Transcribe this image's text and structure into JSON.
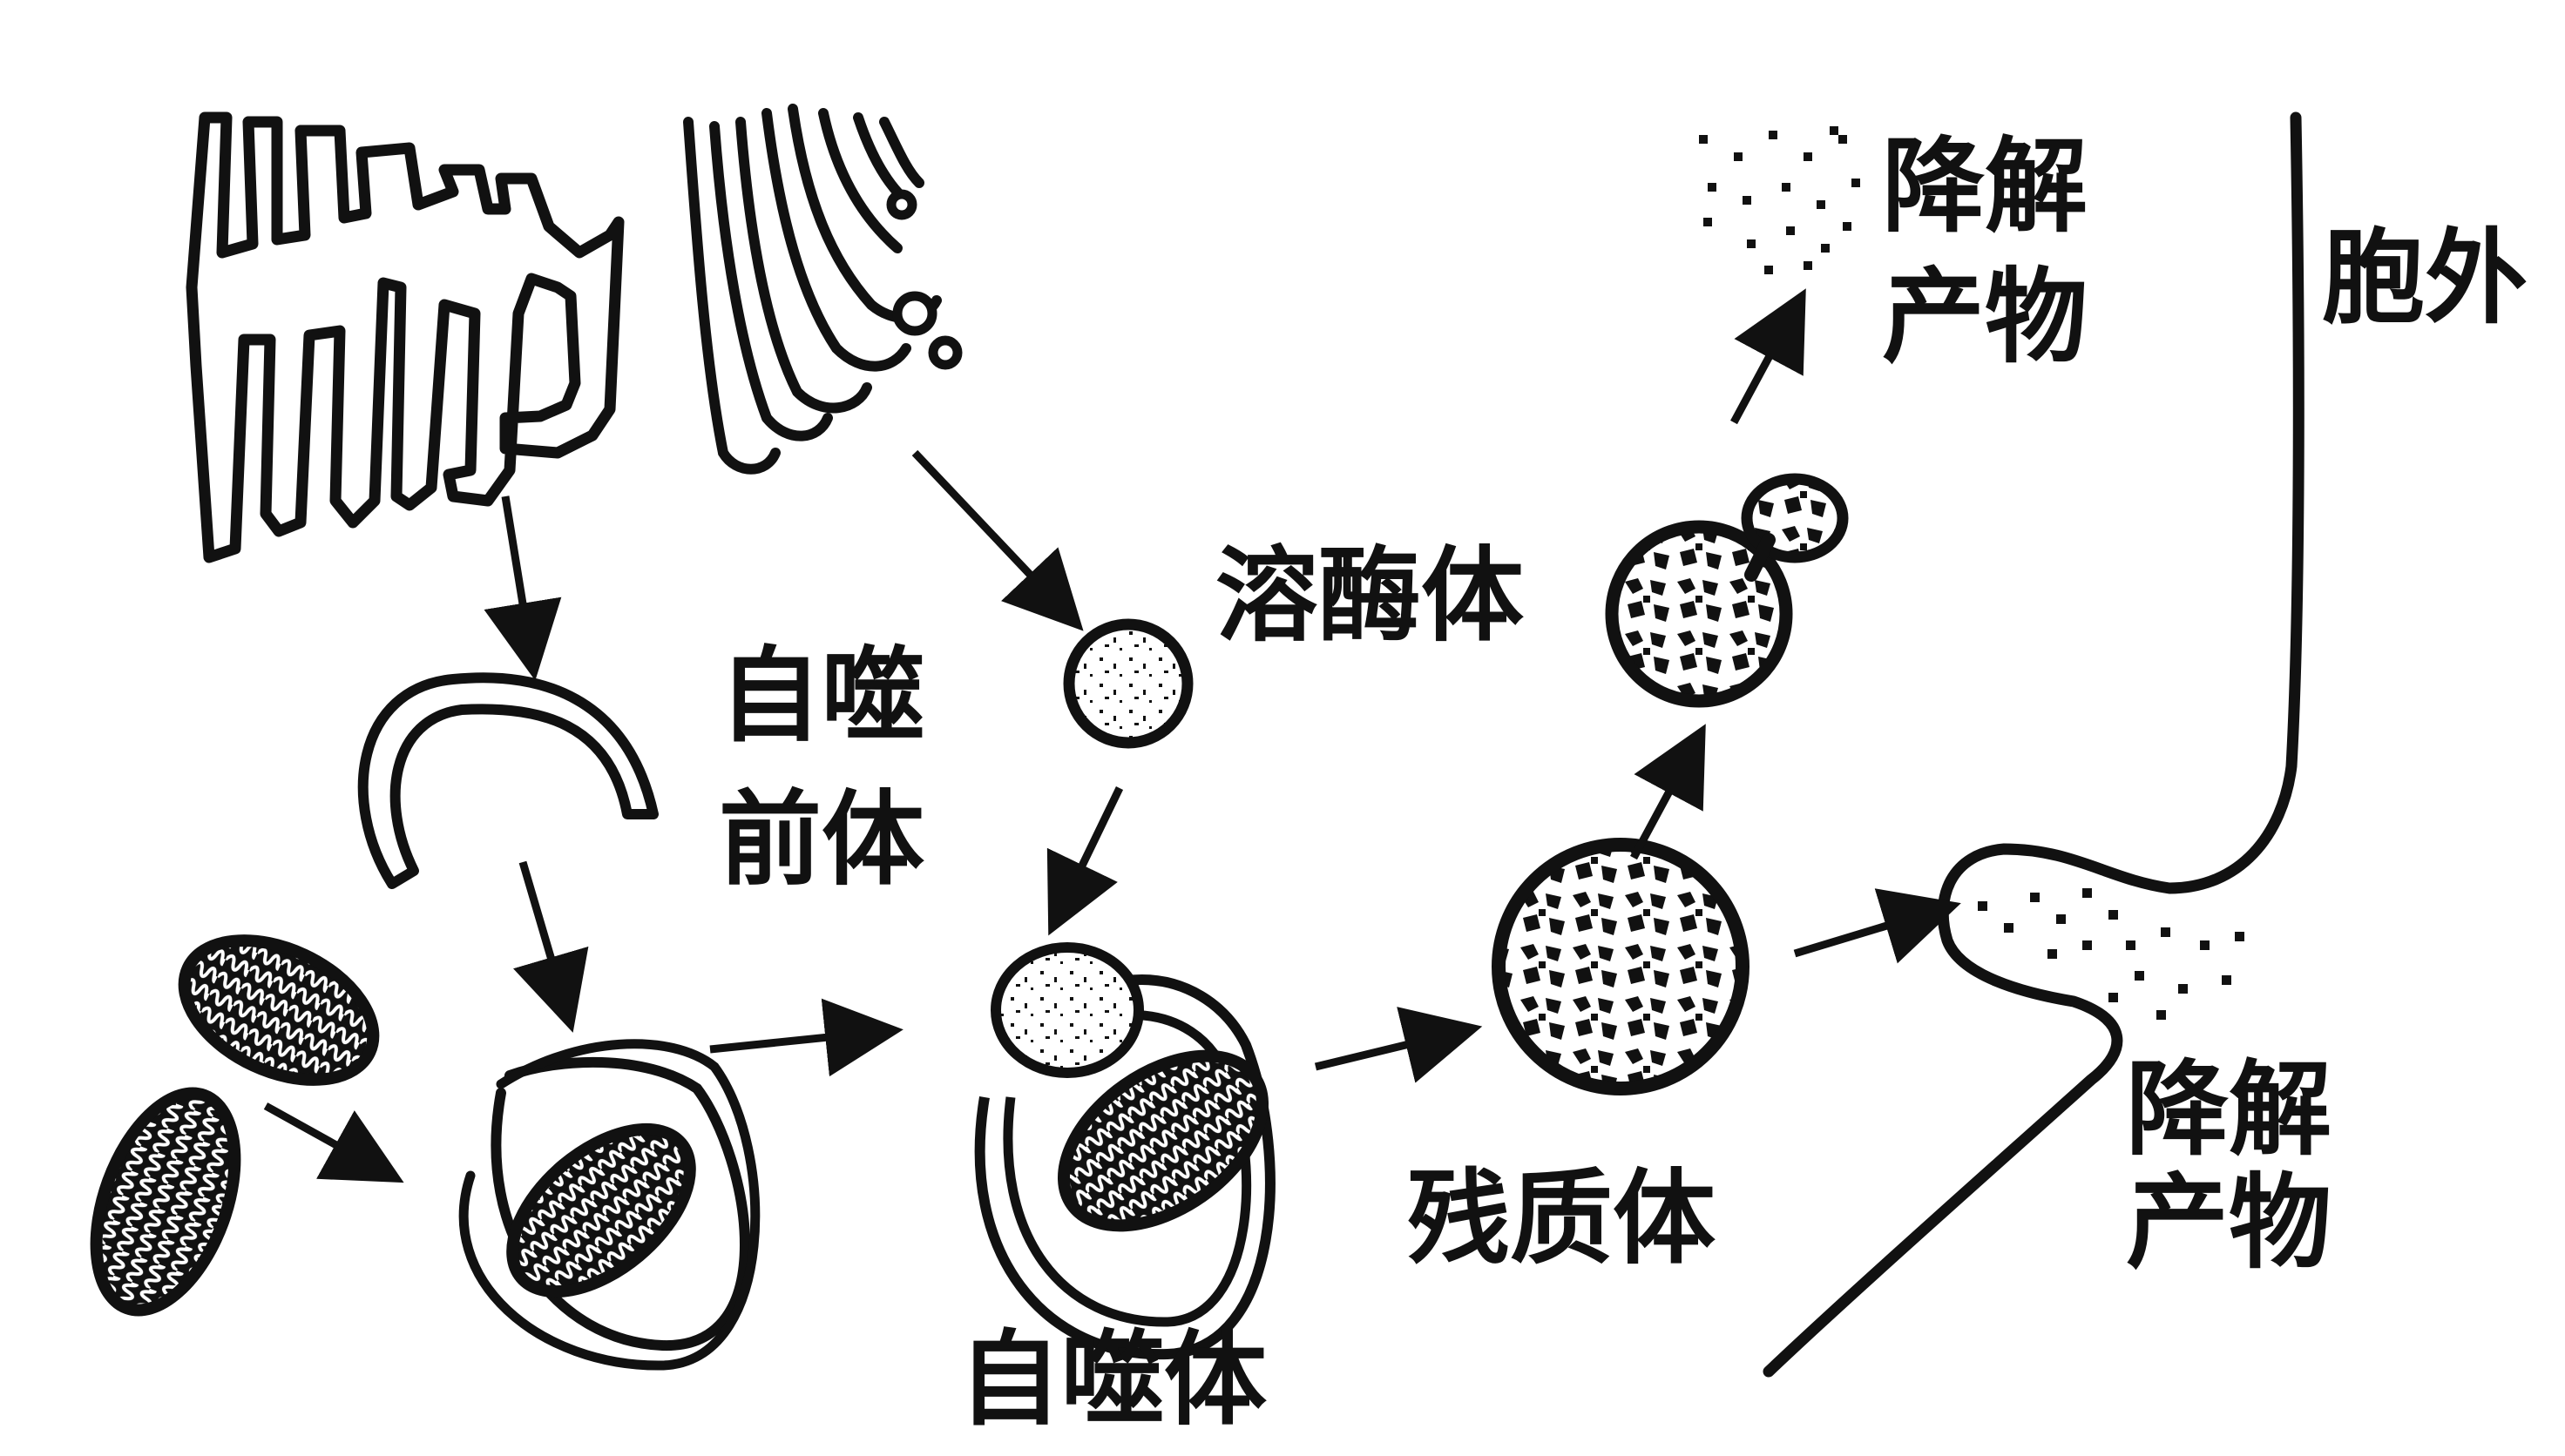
{
  "diagram": {
    "labels": {
      "phagophore_line1": "自噬",
      "phagophore_line2": "前体",
      "lysosome": "溶酶体",
      "autophagosome": "自噬体",
      "residual_body": "残质体",
      "degradation_products_top_line1": "降解",
      "degradation_products_top_line2": "产物",
      "degradation_products_bottom_line1": "降解",
      "degradation_products_bottom_line2": "产物",
      "extracellular": "胞外"
    },
    "colors": {
      "ink": "#111111",
      "paper": "#ffffff"
    }
  }
}
